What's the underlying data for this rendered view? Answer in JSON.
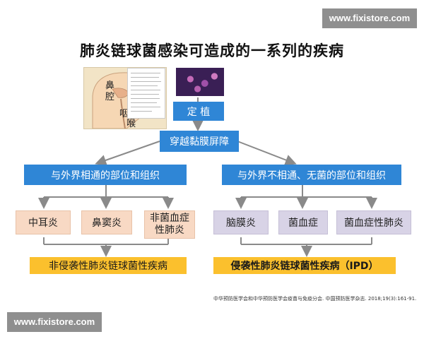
{
  "watermark": {
    "text": "www.fixistore.com"
  },
  "title": "肺炎链球菌感染可造成的一系列的疾病",
  "illustration": {
    "labels": [
      "鼻",
      "腔",
      "咽",
      "喉"
    ]
  },
  "nodes": {
    "colonization": "定 植",
    "cross_mucosa": "穿越黏膜屏障",
    "left_branch": "与外界相通的部位和组织",
    "right_branch": "与外界不相通、无菌的部位和组织",
    "left_diseases": [
      "中耳炎",
      "鼻窦炎",
      "非菌血症\n性肺炎"
    ],
    "right_diseases": [
      "脑膜炎",
      "菌血症",
      "菌血症性肺炎"
    ],
    "left_summary": "非侵袭性肺炎链球菌性疾病",
    "right_summary": "侵袭性肺炎链球菌性疾病（IPD）"
  },
  "reference": "中华预防医学会和中华预防医学会疫苗与免疫分会. 中国预防医学杂志. 2018;19(3):161-91.",
  "colors": {
    "blue": "#2f86d6",
    "peach": "#f8d9c4",
    "lavender": "#d8d3e6",
    "yellow": "#fbc02d",
    "connector": "#8a8a8a"
  }
}
